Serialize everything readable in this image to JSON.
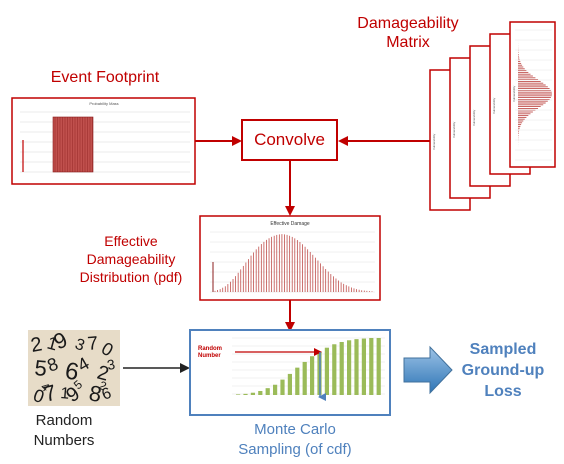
{
  "colors": {
    "red": "#c00000",
    "dark_red": "#a31515",
    "blue": "#4f81bd",
    "green": "#9bbb59",
    "arrow_blue": "#5b9bd5"
  },
  "labels": {
    "damageability_matrix": "Damageability\nMatrix",
    "event_footprint": "Event Footprint",
    "convolve": "Convolve",
    "effective_distribution": "Effective\nDamageability\nDistribution (pdf)",
    "random_numbers": "Random\nNumbers",
    "monte_carlo": "Monte Carlo\nSampling (of cdf)",
    "sampled_loss": "Sampled\nGround-up\nLoss",
    "random_number_inner": "Random\nNumber"
  },
  "thumbnails": {
    "event_footprint_title": "Probability Mass",
    "effective_damage_title": "Effective Damage",
    "matrix_sheet_label": "Vulnerability"
  },
  "chart_data": [
    {
      "type": "bar",
      "title": "Effective Damage",
      "note": "pdf shown as dense red bars, right-skewed",
      "series": [
        {
          "values": [
            0.02,
            0.05,
            0.1,
            0.18,
            0.28,
            0.4,
            0.52,
            0.64,
            0.75,
            0.84,
            0.91,
            0.96,
            0.99,
            1.0,
            0.98,
            0.94,
            0.88,
            0.8,
            0.71,
            0.61,
            0.51,
            0.41,
            0.32,
            0.24,
            0.17,
            0.12,
            0.08,
            0.05,
            0.03,
            0.02,
            0.01
          ]
        }
      ]
    },
    {
      "type": "bar",
      "note": "cdf shown as green bars increasing to 1",
      "series": [
        {
          "values": [
            0.01,
            0.02,
            0.04,
            0.07,
            0.12,
            0.18,
            0.27,
            0.37,
            0.48,
            0.58,
            0.68,
            0.76,
            0.83,
            0.89,
            0.93,
            0.96,
            0.98,
            0.99,
            1.0,
            1.0
          ]
        }
      ]
    }
  ]
}
